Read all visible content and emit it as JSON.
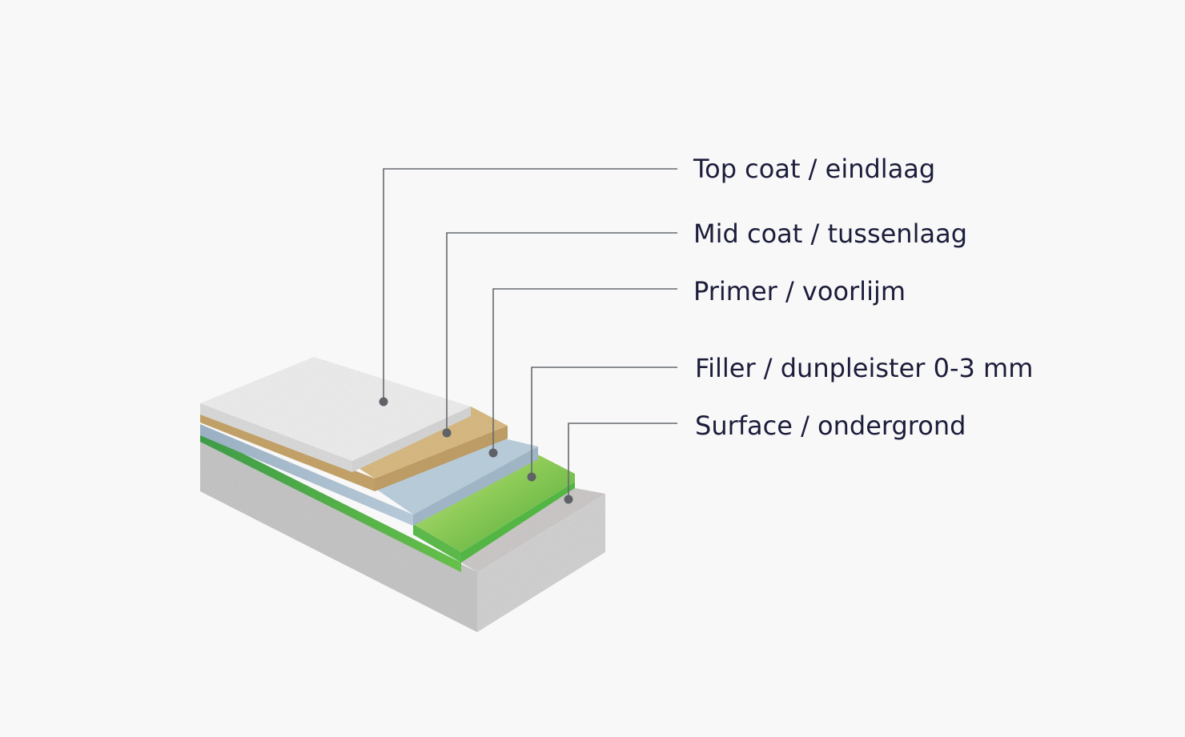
{
  "diagram": {
    "layers": [
      {
        "id": "top-coat",
        "label": "Top coat / eindlaag",
        "color": "#ececec"
      },
      {
        "id": "mid-coat",
        "label": "Mid coat / tussenlaag",
        "color": "#d8b87e"
      },
      {
        "id": "primer",
        "label": "Primer / voorlijm",
        "color": "#a9bfd0"
      },
      {
        "id": "filler",
        "label": "Filler / dunpleister 0-3 mm",
        "color": "#58b54a"
      },
      {
        "id": "surface",
        "label": "Surface / ondergrond",
        "color": "#c6c6c6"
      }
    ],
    "text_color": "#1c1d3b",
    "line_color": "#666a70",
    "background": "#f8f8f8"
  }
}
